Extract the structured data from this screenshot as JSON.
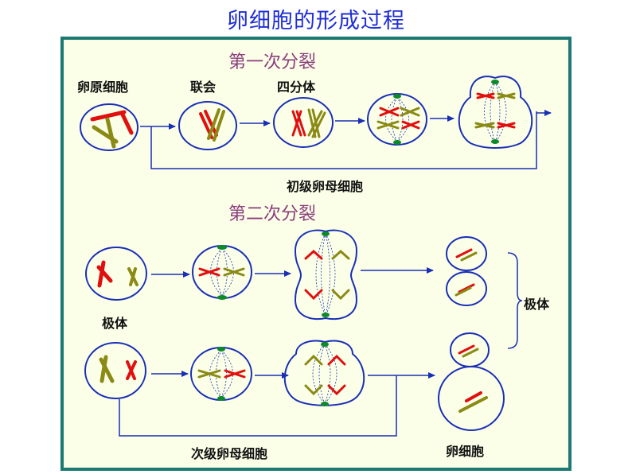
{
  "title": "卵细胞的形成过程",
  "meiosis_one": {
    "heading": "第一次分裂",
    "stage_labels": [
      "卵原细胞",
      "联会",
      "四分体"
    ],
    "bracket_label": "初级卵母细胞"
  },
  "meiosis_two": {
    "heading": "第二次分裂",
    "polar_body_label": "极体",
    "polar_bodies_group_label": "极体",
    "bracket_label": "次级卵母细胞",
    "egg_label": "卵细胞"
  },
  "colors": {
    "title": "#1f2fd6",
    "heading": "#8a3c7c",
    "panel_border": "#1c7a73",
    "panel_background": "#fbffe8",
    "cell_outline": "#1a2fb5",
    "chromosome_red": "#e01010",
    "chromosome_olive": "#8a8a14",
    "centriole": "#0c8a2a"
  }
}
